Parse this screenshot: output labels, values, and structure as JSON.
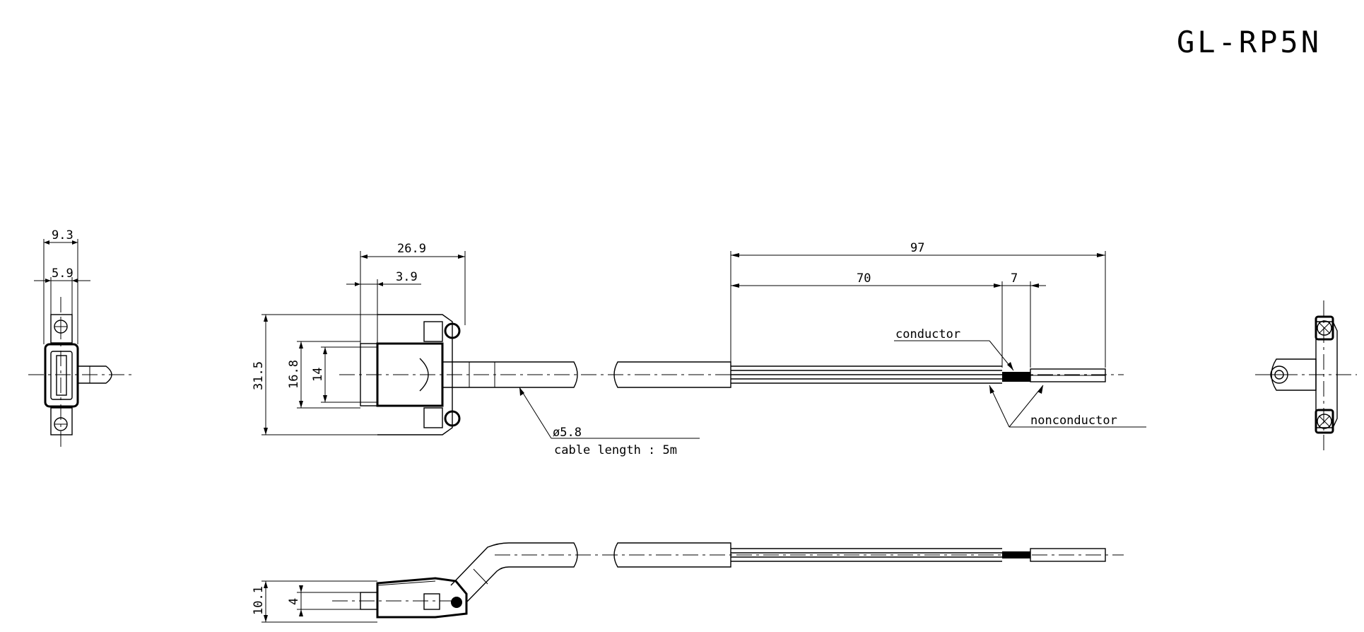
{
  "title": "GL-RP5N",
  "dimensions": {
    "end_width_outer": "9.3",
    "end_width_inner": "5.9",
    "body_length": "26.9",
    "body_offset": "3.9",
    "height_total": "31.5",
    "height_mid": "16.8",
    "height_inner": "14",
    "strip_total": "97",
    "strip_insulation": "70",
    "strip_conductor": "7",
    "side_height": "10.1",
    "side_inner": "4"
  },
  "labels": {
    "cable_diameter": "ø5.8",
    "cable_length": "cable length : 5m",
    "conductor": "conductor",
    "nonconductor": "nonconductor"
  }
}
